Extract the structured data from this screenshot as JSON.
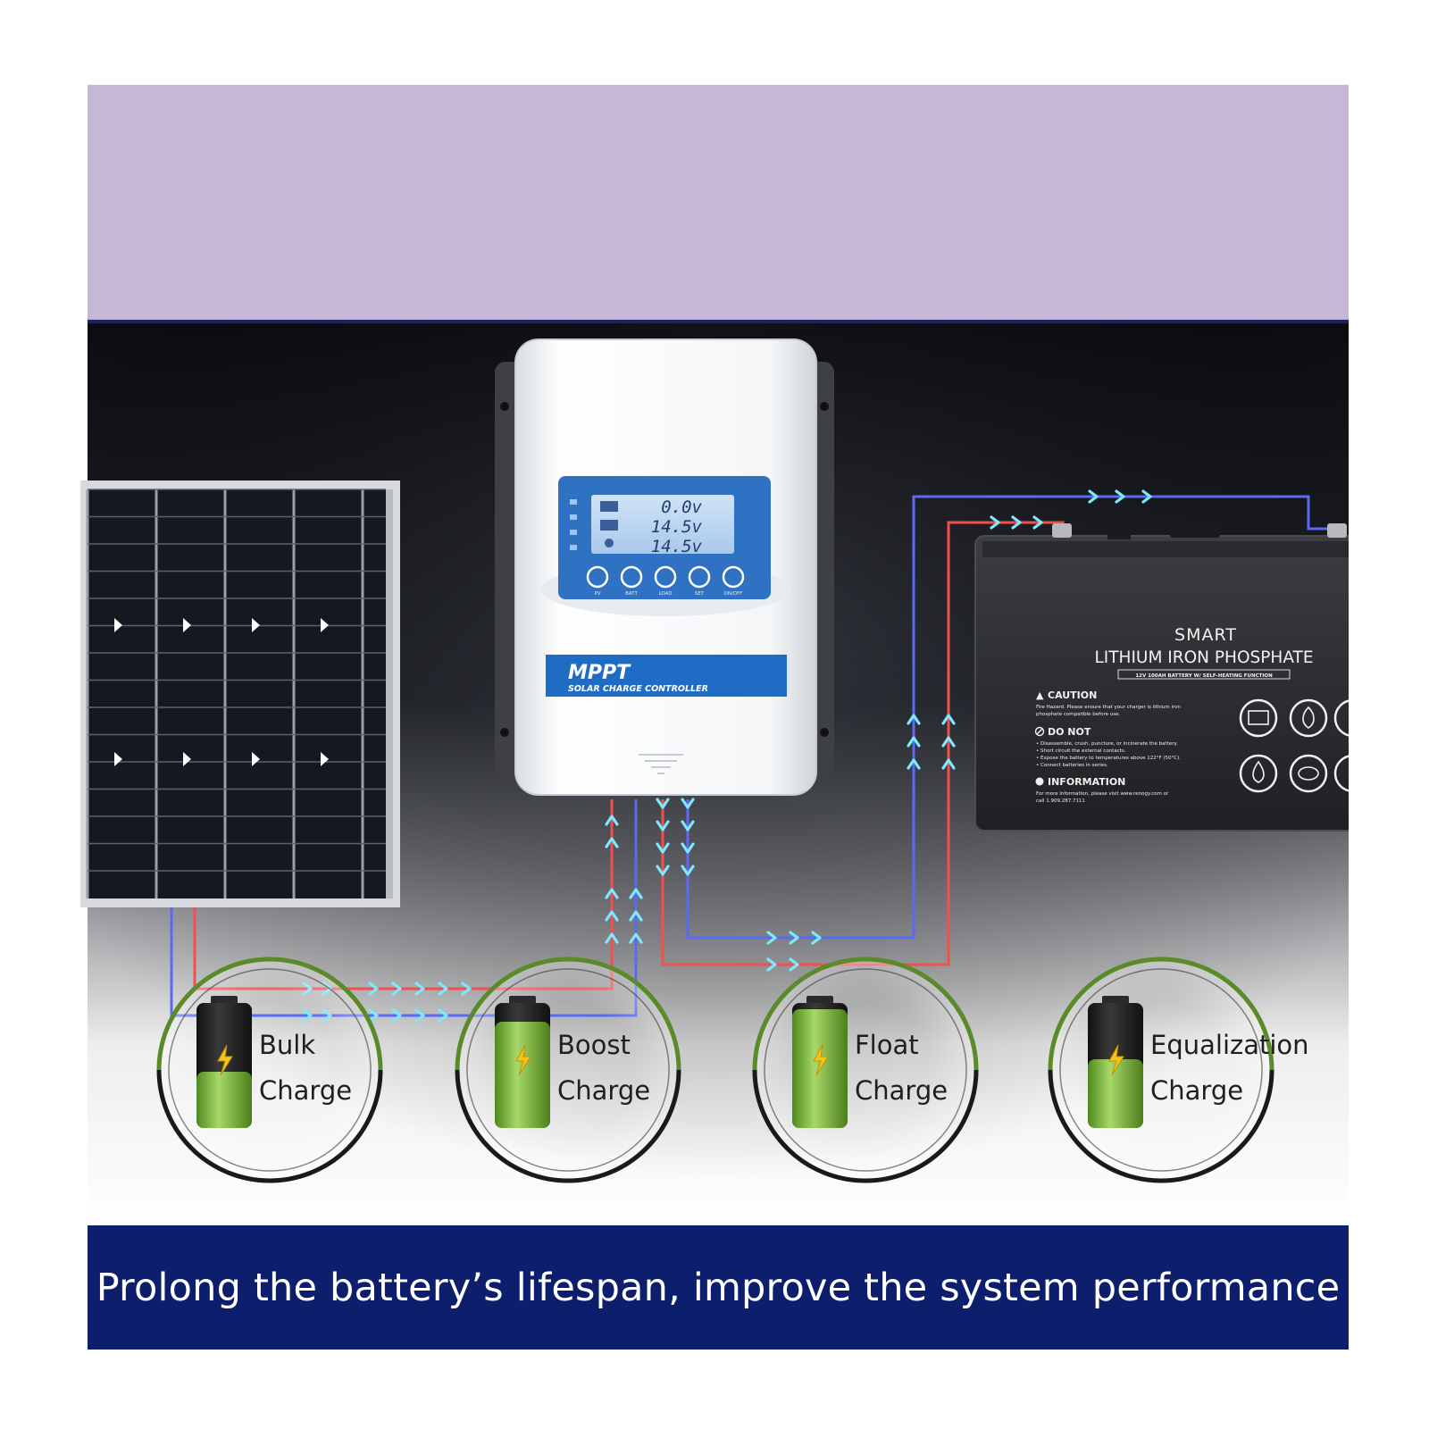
{
  "colors": {
    "title_band": "#c5b8d4",
    "footer_band": "#0d1e6c",
    "footer_text": "#ffffff",
    "background_dark": "#0d0e14",
    "wire_red": "#f05050",
    "wire_blue": "#5a6af5",
    "arrow_cyan": "#7ee8ff",
    "stage_ring": "#5a8a2a",
    "battery_green": "#7cb83a",
    "lcd_blue": "#2f72c4"
  },
  "controller": {
    "lcd_readings": [
      "0.0v",
      "14.5v",
      "14.5v"
    ],
    "button_labels": [
      "PV",
      "BATT",
      "LOAD",
      "SET",
      "ON/OFF"
    ],
    "brand": "MPPT",
    "subtitle": "SOLAR CHARGE CONTROLLER"
  },
  "battery": {
    "line1": "SMART",
    "line2": "LITHIUM IRON PHOSPHATE",
    "strip": "12V 100AH BATTERY W/ SELF-HEATING FUNCTION",
    "caution_title": "CAUTION",
    "caution_text": [
      "Fire Hazard. Please ensure that your charger is lithium iron",
      "phosphate compatible before use."
    ],
    "donot_title": "DO NOT",
    "donot_items": [
      "• Disassemble, crush, puncture, or incinerate the battery.",
      "• Short circuit the external contacts.",
      "• Expose the battery to temperatures above 122°F (50°C).",
      "• Connect batteries in series."
    ],
    "info_title": "INFORMATION",
    "info_text": [
      "For more information, please visit www.renogy.com or",
      "call 1.909.287.7111"
    ],
    "icons": [
      "manual-icon",
      "fire-icon",
      "no-water-icon",
      "eye-protection-icon"
    ]
  },
  "stages": [
    {
      "line1": "Bulk",
      "line2": "Charge",
      "fill_level": 0.45,
      "icon": "battery-icon"
    },
    {
      "line1": "Boost",
      "line2": "Charge",
      "fill_level": 0.85,
      "icon": "battery-icon"
    },
    {
      "line1": "Float",
      "line2": "Charge",
      "fill_level": 0.95,
      "icon": "battery-icon"
    },
    {
      "line1": "Equalization",
      "line2": "Charge",
      "fill_level": 0.55,
      "icon": "battery-icon"
    }
  ],
  "footer": {
    "text": "Prolong the battery’s lifespan, improve the system performance"
  }
}
